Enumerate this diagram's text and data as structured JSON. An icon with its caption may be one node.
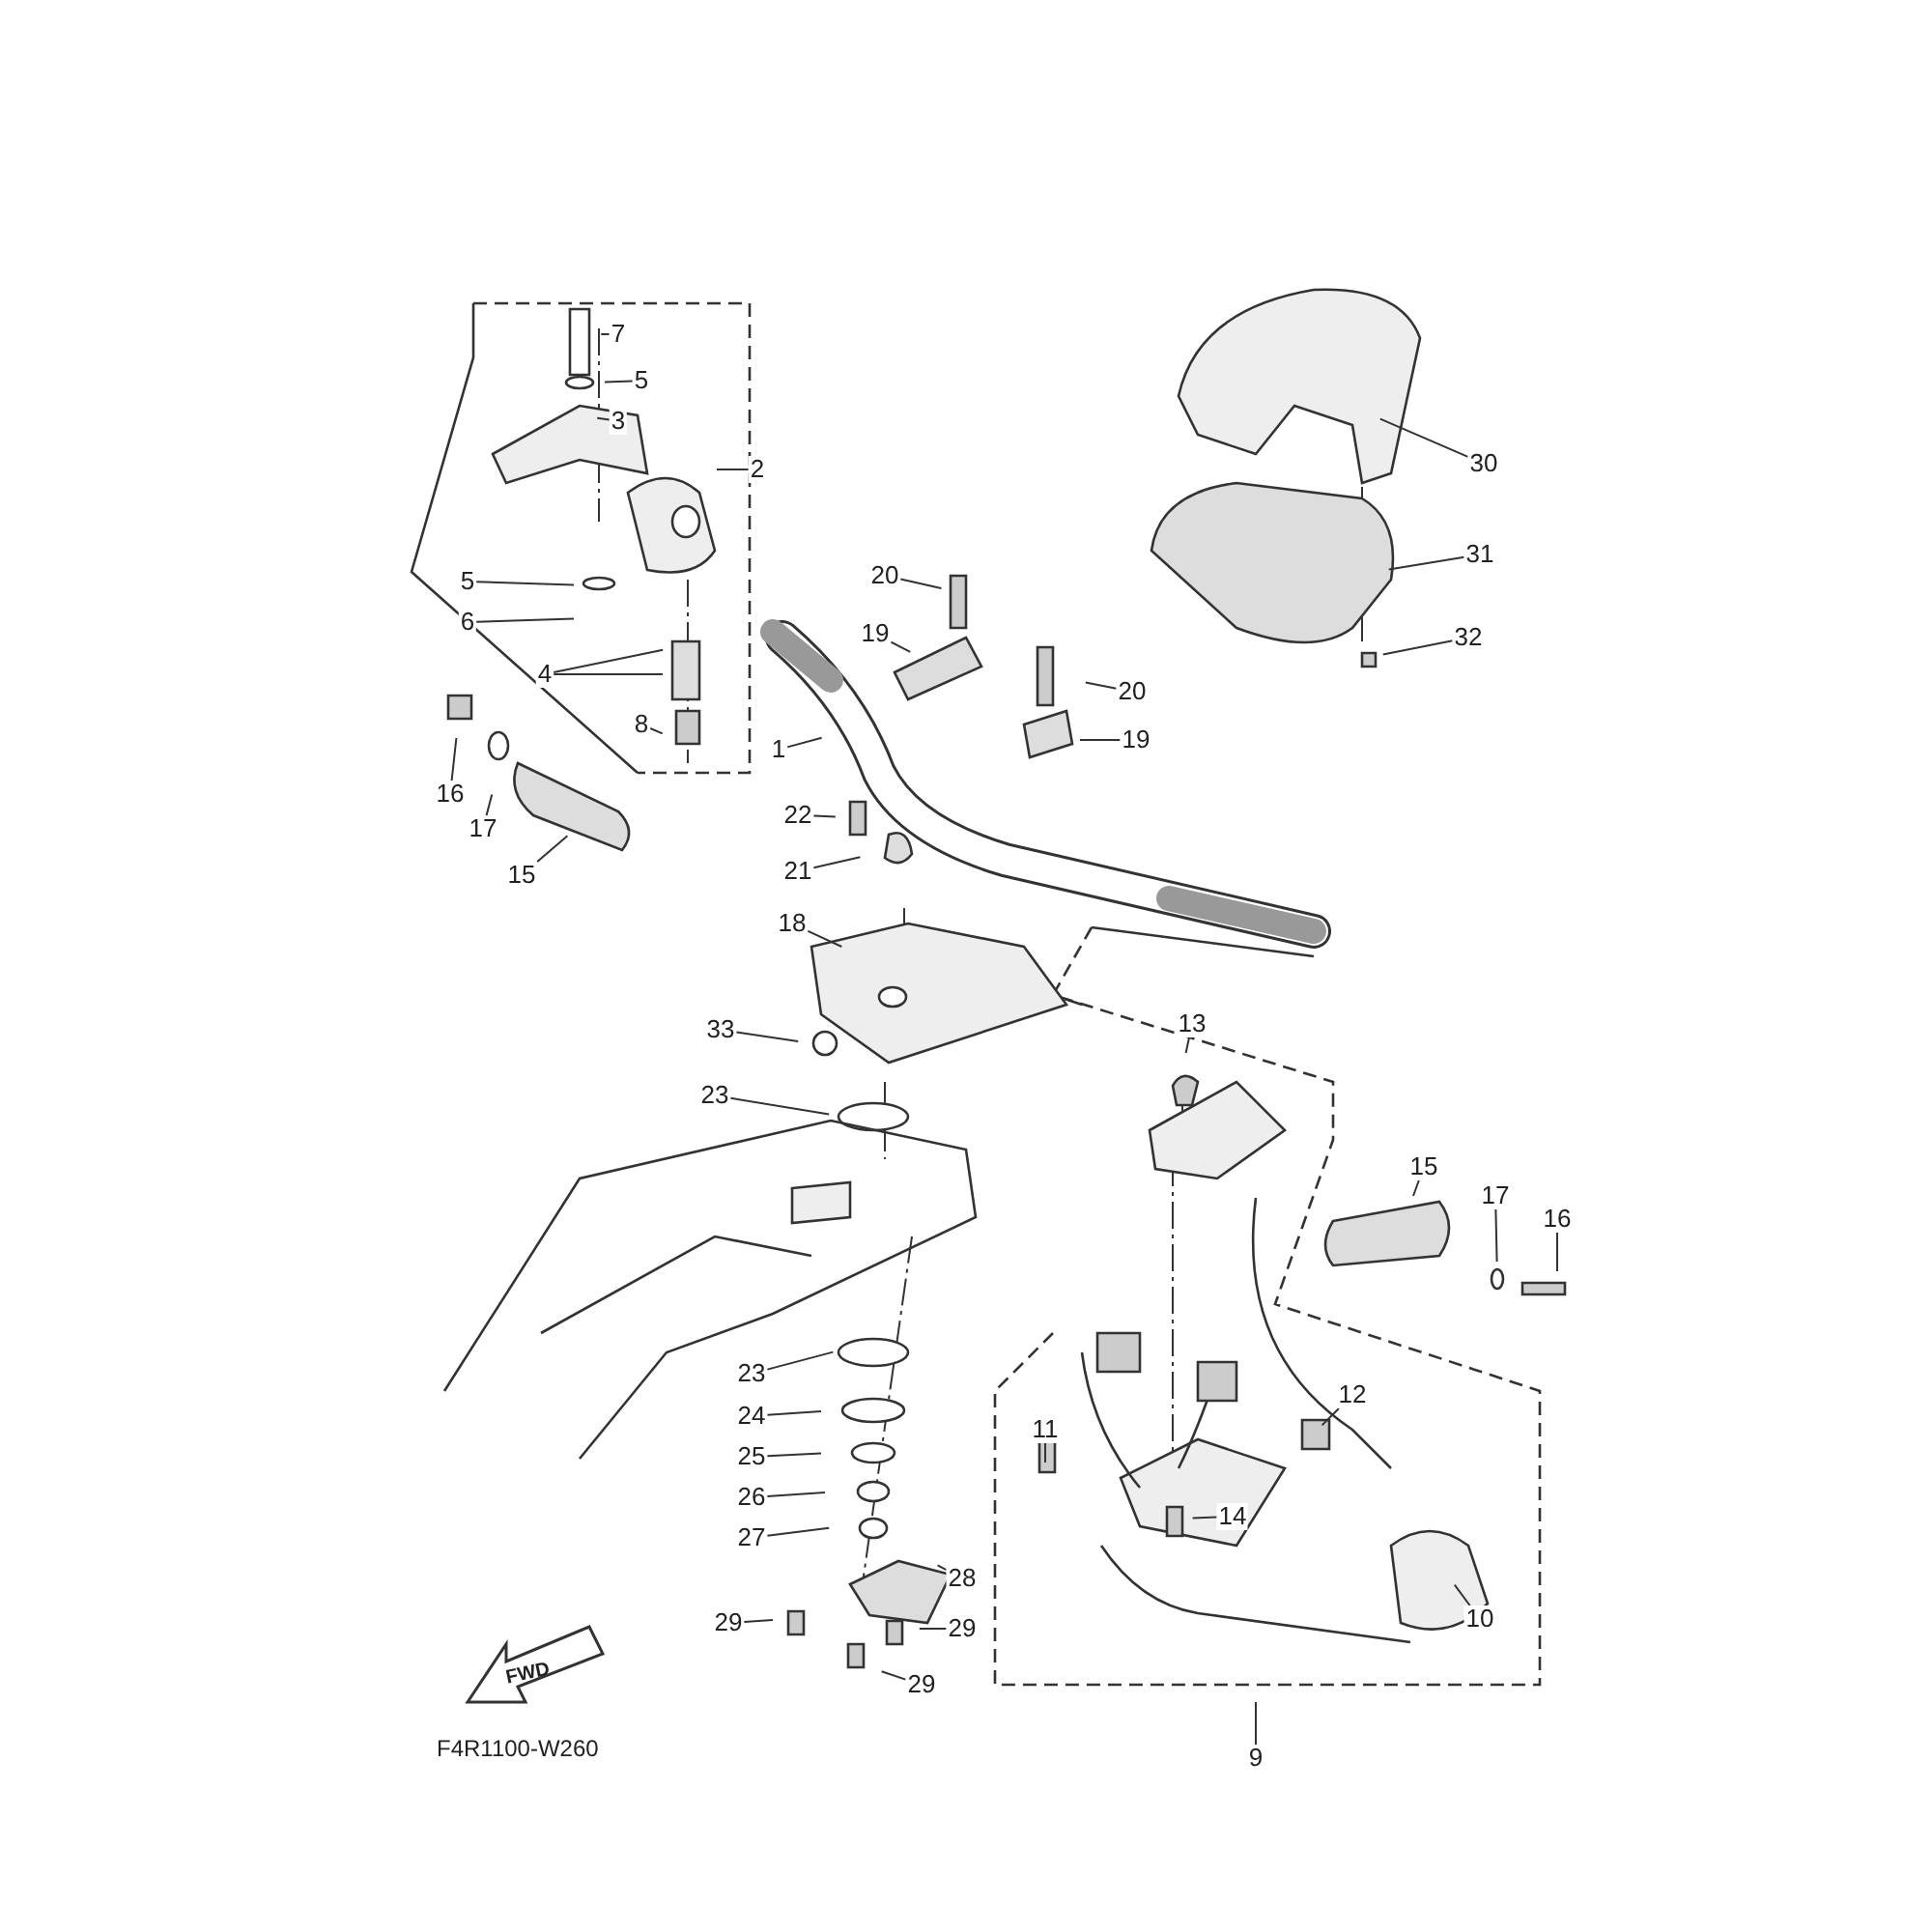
{
  "diagram": {
    "nodes": [
      {
        "text": [
          "7"
        ]
      },
      {
        "text": [
          "5"
        ]
      },
      {
        "text": [
          "3"
        ]
      },
      {
        "text": [
          "2"
        ]
      },
      {
        "text": [
          "30"
        ]
      },
      {
        "text": [
          "5"
        ]
      },
      {
        "text": [
          "6"
        ]
      },
      {
        "text": [
          "31"
        ]
      },
      {
        "text": [
          "20"
        ]
      },
      {
        "text": [
          "19"
        ]
      },
      {
        "text": [
          "32"
        ]
      },
      {
        "text": [
          "4"
        ]
      },
      {
        "text": [
          "20"
        ]
      },
      {
        "text": [
          "8"
        ]
      },
      {
        "text": [
          "16"
        ]
      },
      {
        "text": [
          "17"
        ]
      },
      {
        "text": [
          "1"
        ]
      },
      {
        "text": [
          "19"
        ]
      },
      {
        "text": [
          "15"
        ]
      },
      {
        "text": [
          "22"
        ]
      },
      {
        "text": [
          "21"
        ]
      },
      {
        "text": [
          "18"
        ]
      },
      {
        "text": [
          "33"
        ]
      },
      {
        "text": [
          "13"
        ]
      },
      {
        "text": [
          "15"
        ]
      },
      {
        "text": [
          "17"
        ]
      },
      {
        "text": [
          "16"
        ]
      },
      {
        "text": [
          "23"
        ]
      },
      {
        "text": [
          "23"
        ]
      },
      {
        "text": [
          "24"
        ]
      },
      {
        "text": [
          "12"
        ]
      },
      {
        "text": [
          "11"
        ]
      },
      {
        "text": [
          "25"
        ]
      },
      {
        "text": [
          "26"
        ]
      },
      {
        "text": [
          "27"
        ]
      },
      {
        "text": [
          "14"
        ]
      },
      {
        "text": [
          "28"
        ]
      },
      {
        "text": [
          "29"
        ]
      },
      {
        "text": [
          "29"
        ]
      },
      {
        "text": [
          "10"
        ]
      },
      {
        "text": [
          "29"
        ]
      },
      {
        "text": [
          "9"
        ]
      }
    ],
    "edges": [
      {
        "from": 0,
        "to": null,
        "arrow": "none"
      },
      {
        "from": 1,
        "to": null,
        "arrow": "none"
      },
      {
        "from": 2,
        "to": null,
        "arrow": "none"
      },
      {
        "from": 3,
        "to": null,
        "arrow": "none"
      },
      {
        "from": 4,
        "to": null,
        "arrow": "none"
      },
      {
        "from": 5,
        "to": null,
        "arrow": "none"
      },
      {
        "from": 6,
        "to": null,
        "arrow": "none"
      },
      {
        "from": 7,
        "to": null,
        "arrow": "none"
      },
      {
        "from": 8,
        "to": null,
        "arrow": "none"
      },
      {
        "from": 9,
        "to": null,
        "arrow": "none"
      },
      {
        "from": 10,
        "to": null,
        "arrow": "none"
      },
      {
        "from": 11,
        "to": null,
        "arrow": "none"
      },
      {
        "from": 11,
        "to": null,
        "arrow": "none"
      },
      {
        "from": 12,
        "to": null,
        "arrow": "none"
      },
      {
        "from": 13,
        "to": null,
        "arrow": "none"
      },
      {
        "from": 14,
        "to": null,
        "arrow": "none"
      },
      {
        "from": 15,
        "to": null,
        "arrow": "none"
      },
      {
        "from": 16,
        "to": null,
        "arrow": "none"
      },
      {
        "from": 17,
        "to": null,
        "arrow": "none"
      },
      {
        "from": 18,
        "to": null,
        "arrow": "none"
      },
      {
        "from": 19,
        "to": null,
        "arrow": "none"
      },
      {
        "from": 20,
        "to": null,
        "arrow": "none"
      },
      {
        "from": 21,
        "to": null,
        "arrow": "none"
      },
      {
        "from": 22,
        "to": null,
        "arrow": "none"
      },
      {
        "from": 23,
        "to": null,
        "arrow": "none"
      },
      {
        "from": 24,
        "to": null,
        "arrow": "none"
      },
      {
        "from": 25,
        "to": null,
        "arrow": "none"
      },
      {
        "from": 26,
        "to": null,
        "arrow": "none"
      },
      {
        "from": 27,
        "to": null,
        "arrow": "none"
      },
      {
        "from": 28,
        "to": null,
        "arrow": "none"
      },
      {
        "from": 29,
        "to": null,
        "arrow": "none"
      },
      {
        "from": 30,
        "to": null,
        "arrow": "none"
      },
      {
        "from": 31,
        "to": null,
        "arrow": "none"
      },
      {
        "from": 32,
        "to": null,
        "arrow": "none"
      },
      {
        "from": 33,
        "to": null,
        "arrow": "none"
      },
      {
        "from": 34,
        "to": null,
        "arrow": "none"
      },
      {
        "from": 35,
        "to": null,
        "arrow": "none"
      },
      {
        "from": 36,
        "to": null,
        "arrow": "none"
      },
      {
        "from": 37,
        "to": null,
        "arrow": "none"
      },
      {
        "from": 38,
        "to": null,
        "arrow": "none"
      },
      {
        "from": 39,
        "to": null,
        "arrow": "none"
      },
      {
        "from": 40,
        "to": null,
        "arrow": "none"
      },
      {
        "from": 41,
        "to": null,
        "arrow": "none"
      }
    ],
    "labels": [
      "FWD",
      "F4R1100-W260"
    ]
  }
}
